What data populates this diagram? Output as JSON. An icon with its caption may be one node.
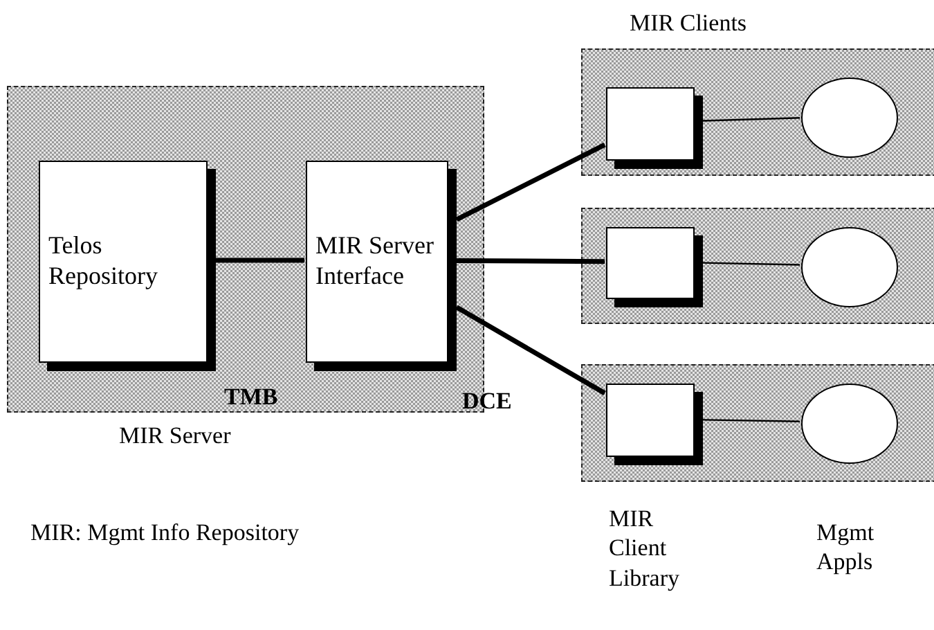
{
  "diagram": {
    "nodes": [
      {
        "text": [
          "MIR Server"
        ]
      },
      {
        "text": [
          "Telos Repository"
        ],
        "in": 0
      },
      {
        "text": [
          "MIR Server Interface"
        ],
        "in": 0
      },
      {
        "text": [],
        "shape": "box"
      },
      {
        "text": [],
        "shape": "box"
      },
      {
        "text": [],
        "shape": "box"
      },
      {
        "text": [],
        "shape": "box",
        "in": 3
      },
      {
        "text": [],
        "shape": "circle",
        "in": 3
      },
      {
        "text": [],
        "shape": "box",
        "in": 4
      },
      {
        "text": [],
        "shape": "circle",
        "in": 4
      },
      {
        "text": [],
        "shape": "box",
        "in": 5
      },
      {
        "text": [],
        "shape": "circle",
        "in": 5
      }
    ],
    "edges": [
      {
        "from": 1,
        "to": 2,
        "arrow": "none"
      },
      {
        "from": 2,
        "to": 6,
        "arrow": "none"
      },
      {
        "from": 2,
        "to": 8,
        "arrow": "none"
      },
      {
        "from": 2,
        "to": 10,
        "arrow": "none"
      },
      {
        "from": 6,
        "to": 7,
        "arrow": "none"
      },
      {
        "from": 8,
        "to": 9,
        "arrow": "none"
      },
      {
        "from": 10,
        "to": 11,
        "arrow": "none"
      }
    ],
    "labels": [
      "MIR Clients",
      "TMB",
      "DCE",
      "MIR: Mgmt Info Repository",
      "MIR Client Library",
      "Mgmt Appls"
    ]
  }
}
